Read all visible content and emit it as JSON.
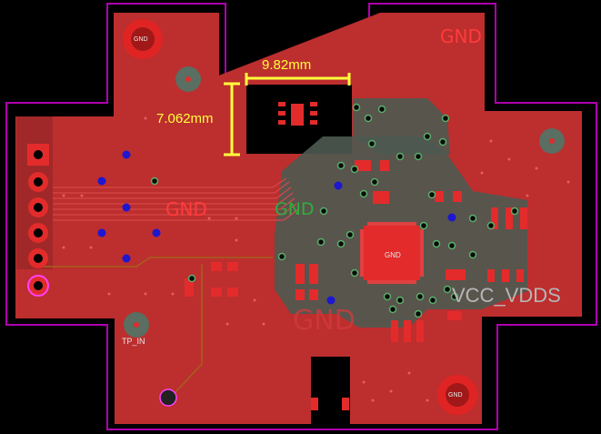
{
  "view": {
    "title": "PCB layout editor view",
    "layers": {
      "outline": "#b000b0",
      "copper_top": "#c83232",
      "copper_poured": "#b52a2a",
      "copper_bottom_island": "#4d5a52",
      "bottom_trace": "#a8591e",
      "silk": "#e9e9e9",
      "dimension": "#ffff3c",
      "via_blue": "#1d17d0",
      "board_bg": "#000000"
    }
  },
  "dimensions": {
    "horizontal": "9.82mm",
    "vertical": "7.062mm"
  },
  "net_labels": {
    "gnd_top_right": "GND",
    "gnd_left": "GND",
    "gnd_green": "GND",
    "gnd_bottom": "GND",
    "gnd_chip": "GND",
    "vcc_vdds": "VCC_VDDS",
    "tp_in": "TP_IN"
  },
  "mounting_holes": {
    "label": "GND"
  }
}
